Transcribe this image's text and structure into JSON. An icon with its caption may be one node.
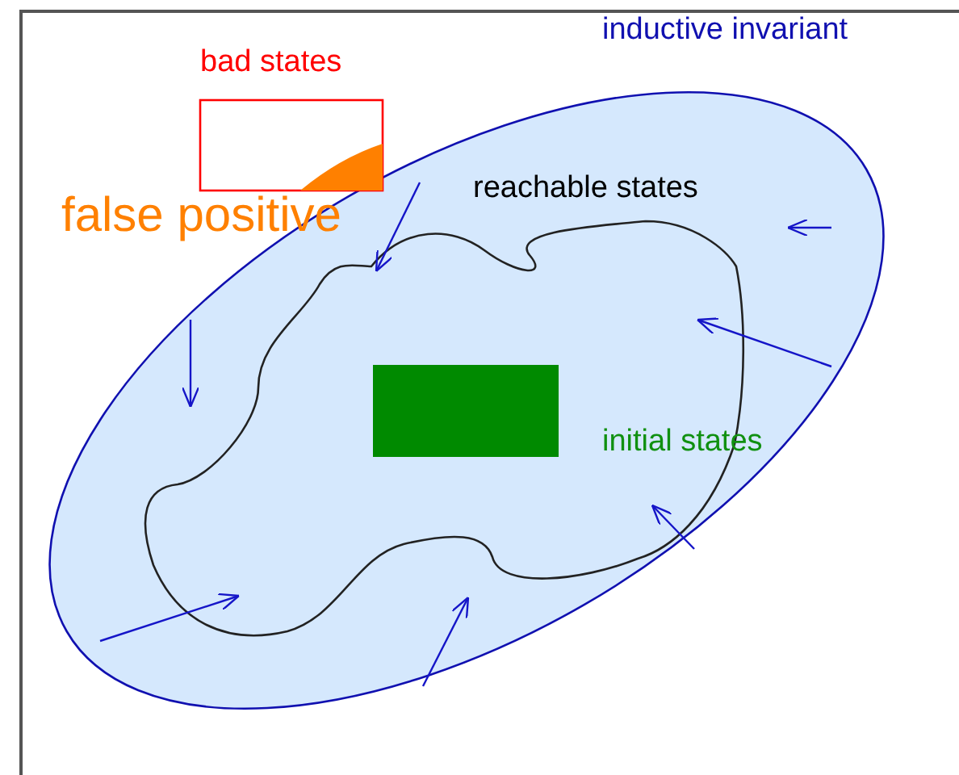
{
  "diagram": {
    "nodes": [
      {
        "text": [
          "inductive invariant"
        ]
      },
      {
        "text": [
          "reachable states"
        ],
        "in": 0
      },
      {
        "text": [
          "initial states"
        ],
        "in": 1
      },
      {
        "text": [
          "bad states"
        ]
      },
      {
        "text": [
          "false positive"
        ],
        "in": 3
      }
    ]
  }
}
